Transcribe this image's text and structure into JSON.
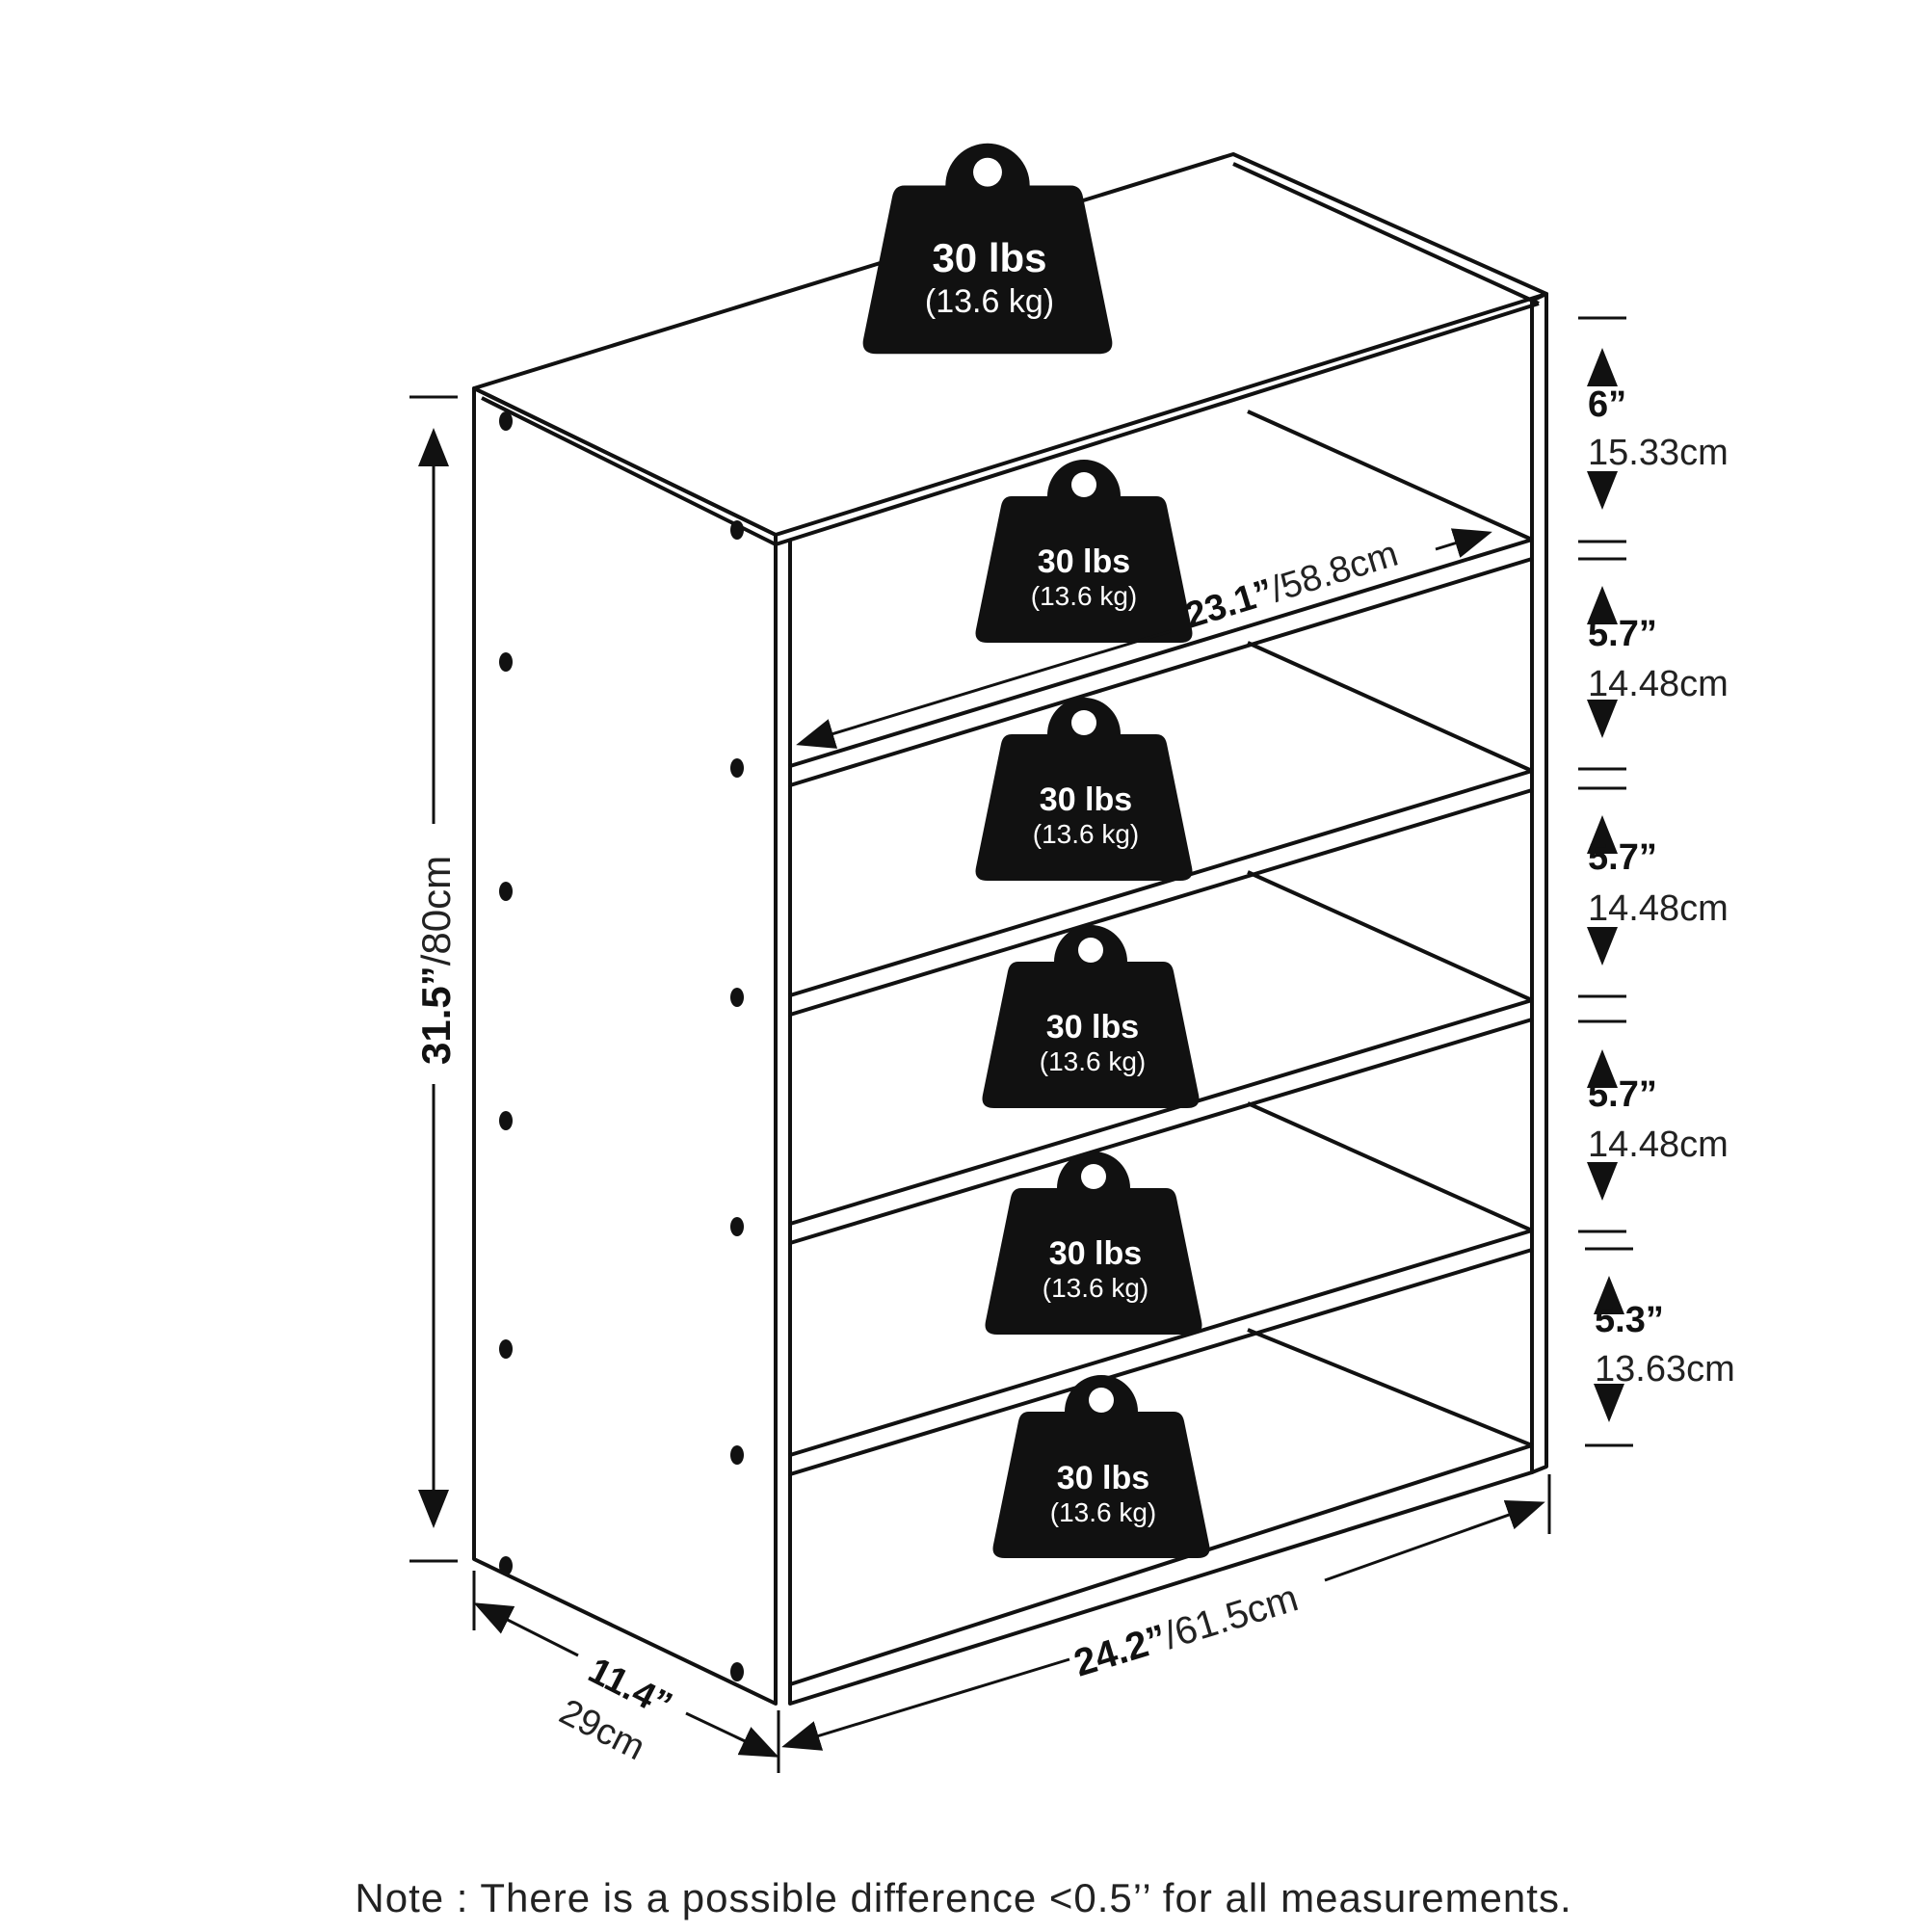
{
  "weights": [
    {
      "lbs": "30 lbs",
      "kg": "(13.6 kg)"
    },
    {
      "lbs": "30 lbs",
      "kg": "(13.6 kg)"
    },
    {
      "lbs": "30 lbs",
      "kg": "(13.6 kg)"
    },
    {
      "lbs": "30 lbs",
      "kg": "(13.6 kg)"
    },
    {
      "lbs": "30 lbs",
      "kg": "(13.6 kg)"
    },
    {
      "lbs": "30 lbs",
      "kg": "(13.6 kg)"
    }
  ],
  "dimensions": {
    "height": {
      "in": "31.5”",
      "cm": "/80cm"
    },
    "inner_width": {
      "in": "23.1”",
      "cm": "/58.8cm"
    },
    "width": {
      "in": "24.2”",
      "cm": "/61.5cm"
    },
    "depth": {
      "in": "11.4”",
      "cm": "29cm"
    }
  },
  "shelf_gaps": [
    {
      "in": "6”",
      "cm": "15.33cm"
    },
    {
      "in": "5.7”",
      "cm": "14.48cm"
    },
    {
      "in": "5.7”",
      "cm": "14.48cm"
    },
    {
      "in": "5.7”",
      "cm": "14.48cm"
    },
    {
      "in": "5.3”",
      "cm": "13.63cm"
    }
  ],
  "note": "Note : There is a possible difference <0.5’’ for all measurements."
}
